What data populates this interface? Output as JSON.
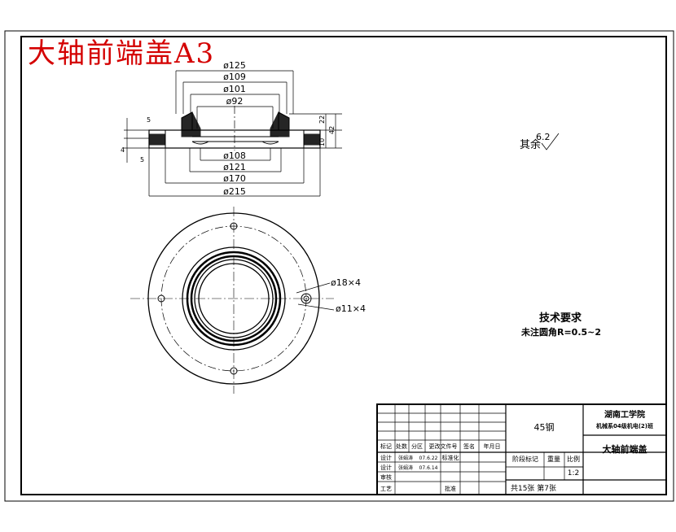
{
  "title_text": "大轴前端盖A3",
  "surface_finish": {
    "label": "其余",
    "value": "6.2"
  },
  "top_view_dims": {
    "d125": "ø125",
    "d109": "ø109",
    "d101": "ø101",
    "d92": "ø92",
    "d108": "ø108",
    "d121": "ø121",
    "d170": "ø170",
    "d215": "ø215",
    "v5a": "5",
    "v4": "4",
    "v5b": "5",
    "r22": "22",
    "r42": "42",
    "r10": "10"
  },
  "bottom_view_dims": {
    "holes_large": "ø18×4",
    "holes_small": "ø11×4"
  },
  "tech_requirements": {
    "heading": "技术要求",
    "line": "未注圆角R=0.5~2"
  },
  "title_block": {
    "material": "45钢",
    "school": "湖南工学院",
    "class": "机械系04级机电(2)班",
    "part_name": "大轴前端盖",
    "scale_label": "比例",
    "scale_value": "1:2",
    "weight_label": "重量",
    "stage_label": "阶段标记",
    "sheets": "共15张 第7张",
    "rev_headers": [
      "标记",
      "处数",
      "分区",
      "更改文件号",
      "签名",
      "年月日"
    ],
    "design_label": "设计",
    "designer1": "张娟涛",
    "date1": "07.6.22",
    "std_label": "标准化",
    "design2_label": "设计",
    "designer2": "张娟涛",
    "date2": "07.6.14",
    "review_label": "审核",
    "process_label": "工艺",
    "approve_label": "批准"
  }
}
